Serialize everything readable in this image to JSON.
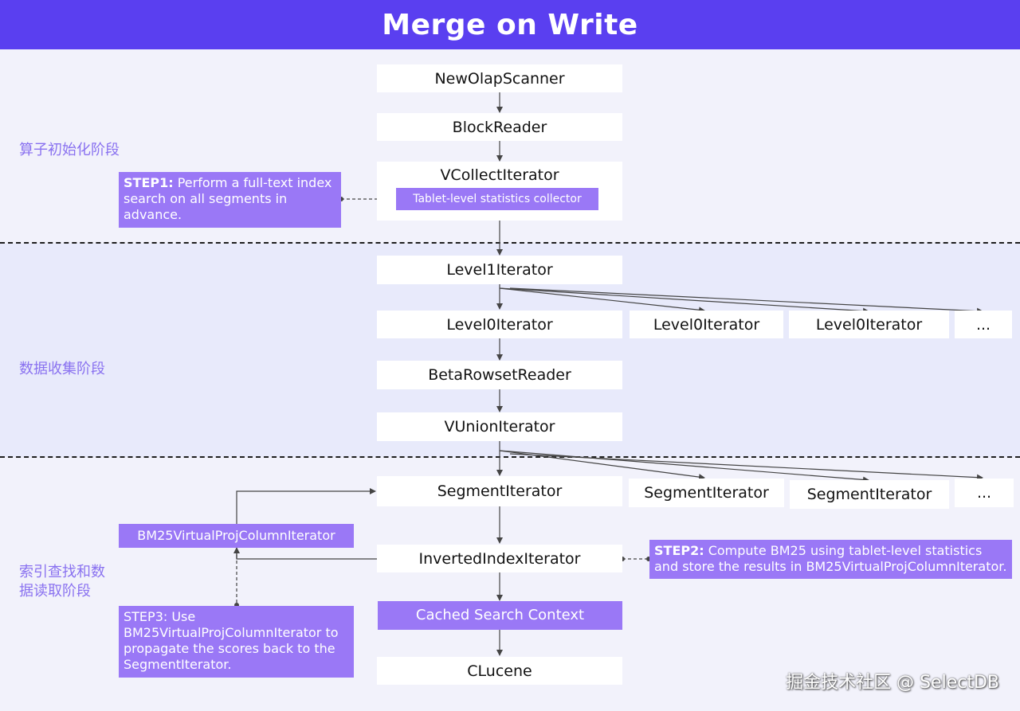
{
  "title": "Merge on Write",
  "stages": [
    "算子初始化阶段",
    "数据收集阶段",
    "索引查找和数\n据读取阶段"
  ],
  "nodes": {
    "new_olap_scanner": "NewOlapScanner",
    "block_reader": "BlockReader",
    "vcollect_iterator": "VCollectIterator",
    "tablet_stats_collector": "Tablet-level statistics collector",
    "level1_iterator": "Level1Iterator",
    "level0_iterator_main": "Level0Iterator",
    "level0_iterator_2": "Level0Iterator",
    "level0_iterator_3": "Level0Iterator",
    "level0_ellipsis": "...",
    "beta_rowset_reader": "BetaRowsetReader",
    "vunion_iterator": "VUnionIterator",
    "segment_iterator_main": "SegmentIterator",
    "segment_iterator_2": "SegmentIterator",
    "segment_iterator_3": "SegmentIterator",
    "segment_ellipsis": "...",
    "bm25_virtual_proj": "BM25VirtualProjColumnIterator",
    "inverted_index_iterator": "InvertedIndexIterator",
    "cached_search_context": "Cached Search Context",
    "clucene": "CLucene"
  },
  "notes": {
    "step1_label": "STEP1:",
    "step1_text": " Perform a full-text index search on all segments in advance.",
    "step2_label": "STEP2:",
    "step2_text": " Compute BM25 using tablet-level statistics and store the results in BM25VirtualProjColumnIterator.",
    "step3_text": "STEP3: Use BM25VirtualProjColumnIterator to propagate the scores back to the SegmentIterator."
  },
  "watermark": "掘金技术社区 @ SelectDB",
  "colors": {
    "header": "#5a3ff0",
    "accent_box": "#9a78f6",
    "stage_text": "#8a72f0",
    "band_light": "#f2f2fb",
    "band_mid": "#e8eafb"
  }
}
